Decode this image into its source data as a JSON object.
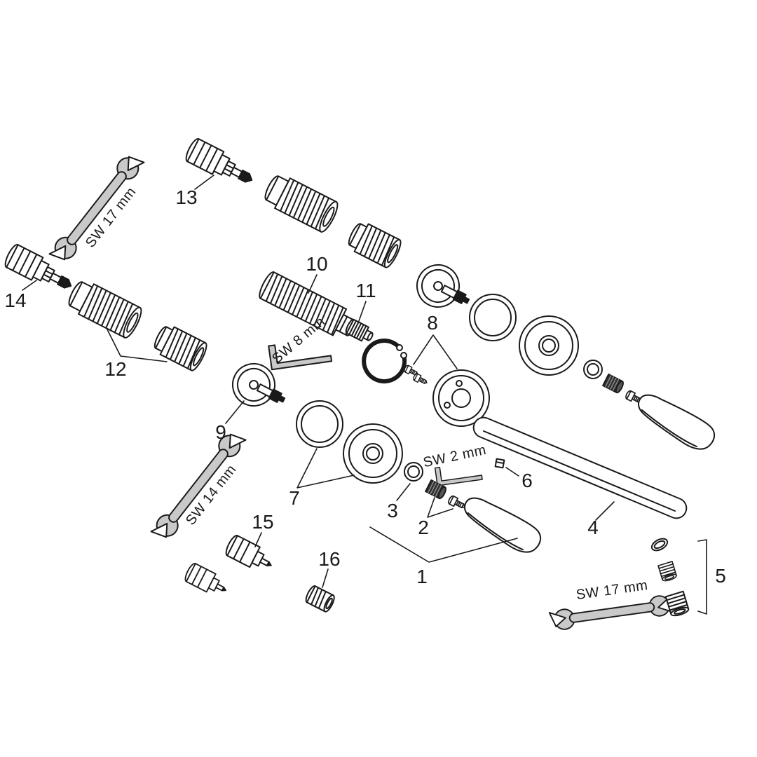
{
  "diagram": {
    "kind": "exploded-parts-diagram",
    "background_color": "#ffffff",
    "line_color": "#1a1a1a",
    "tool_fill_color": "#c9c9c9",
    "callouts": {
      "c1": "1",
      "c2": "2",
      "c3": "3",
      "c4": "4",
      "c5": "5",
      "c6": "6",
      "c7": "7",
      "c8": "8",
      "c9": "9",
      "c10": "10",
      "c11": "11",
      "c12": "12",
      "c13": "13",
      "c14": "14",
      "c15": "15",
      "c16": "16"
    },
    "tool_labels": {
      "wrench_top_left": "SW 17 mm",
      "hex_key_middle": "SW 8 mm",
      "wrench_middle_left": "SW 14 mm",
      "hex_key_right": "SW 2 mm",
      "wrench_bottom_right": "SW 17 mm"
    }
  }
}
